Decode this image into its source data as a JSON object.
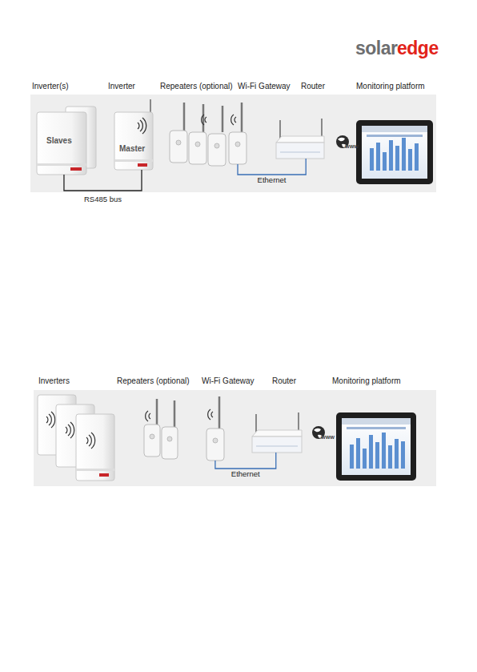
{
  "diagram": {
    "nodes": [
      {
        "text": [
          "Inverter(s)",
          "Slaves"
        ]
      },
      {
        "text": [
          "Inverter",
          "Master"
        ]
      },
      {
        "text": [
          "Repeaters (optional)"
        ]
      },
      {
        "text": [
          "Wi-Fi Gateway"
        ]
      },
      {
        "text": [
          "Router"
        ]
      },
      {
        "text": [
          "Monitoring platform"
        ]
      },
      {
        "text": [
          "Inverters"
        ]
      },
      {
        "text": [
          "Repeaters (optional)"
        ]
      },
      {
        "text": [
          "Wi-Fi Gateway"
        ]
      },
      {
        "text": [
          "Router"
        ]
      },
      {
        "text": [
          "Monitoring platform"
        ]
      }
    ],
    "edges": [
      {
        "from": 0,
        "to": 1,
        "label": "RS485 bus",
        "arrow": "none"
      },
      {
        "from": 3,
        "to": 4,
        "label": "Ethernet",
        "arrow": "none"
      },
      {
        "from": 8,
        "to": 9,
        "label": "Ethernet",
        "arrow": "none"
      }
    ],
    "labels": [
      "solar",
      "edge",
      "WWW",
      "WWW"
    ]
  }
}
